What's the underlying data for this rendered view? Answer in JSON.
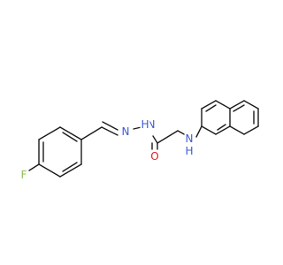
{
  "molecule": {
    "atoms": {
      "fluorine": {
        "symbol": "F",
        "color": "#8fbf4f"
      },
      "imine_nitrogen": {
        "symbol": "N",
        "color": "#3c5bd6"
      },
      "hydrazide_nitrogen": {
        "symbol": "N",
        "color": "#3c5bd6"
      },
      "hydrazide_hydrogen": {
        "symbol": "H",
        "color": "#3c5bd6"
      },
      "carbonyl_oxygen": {
        "symbol": "O",
        "color": "#e02020"
      },
      "amine_nitrogen": {
        "symbol": "N",
        "color": "#3c5bd6"
      },
      "amine_hydrogen": {
        "symbol": "H",
        "color": "#3c5bd6"
      }
    },
    "bond_color": "#1a1a1a"
  }
}
